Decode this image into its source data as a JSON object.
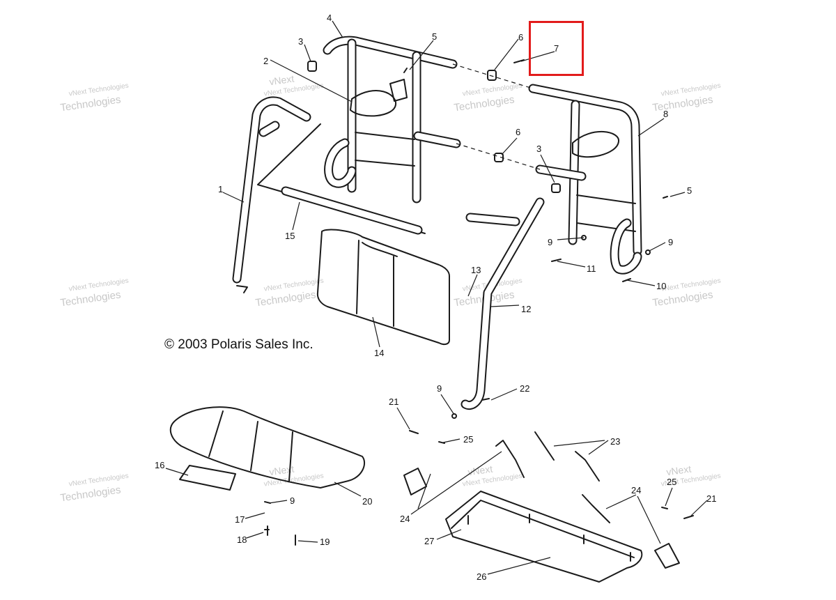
{
  "copyright": "© 2003 Polaris Sales Inc.",
  "watermark": {
    "line1": "vNext",
    "line2": "Technologies",
    "small": "vNext Technologies"
  },
  "highlight_color": "#e21b1b",
  "callouts": {
    "c1": "1",
    "c2": "2",
    "c3a": "3",
    "c3b": "3",
    "c4": "4",
    "c5a": "5",
    "c5b": "5",
    "c6a": "6",
    "c6b": "6",
    "c7": "7",
    "c8": "8",
    "c9a": "9",
    "c9b": "9",
    "c9c": "9",
    "c9d": "9",
    "c10": "10",
    "c11": "11",
    "c12": "12",
    "c13": "13",
    "c14": "14",
    "c15": "15",
    "c16": "16",
    "c17": "17",
    "c18": "18",
    "c19": "19",
    "c20": "20",
    "c21a": "21",
    "c21b": "21",
    "c22": "22",
    "c23": "23",
    "c24a": "24",
    "c24b": "24",
    "c25a": "25",
    "c25b": "25",
    "c26": "26",
    "c27": "27"
  }
}
